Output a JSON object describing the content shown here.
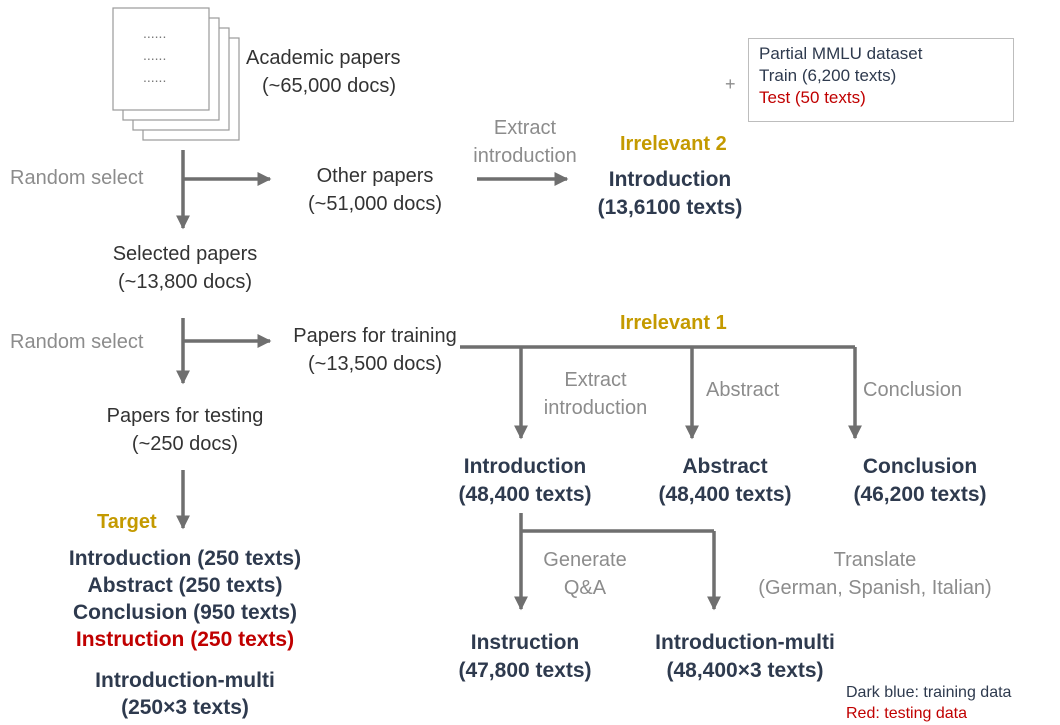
{
  "docs_icon": {
    "dots": [
      "......",
      "......",
      "......"
    ]
  },
  "academic": {
    "line1": "Academic papers",
    "line2": "(~65,000 docs)"
  },
  "mmlu": {
    "title": "Partial MMLU dataset",
    "train": "Train (6,200 texts)",
    "test": "Test (50 texts)",
    "plus": "+"
  },
  "random_select_1": "Random select",
  "random_select_2": "Random select",
  "other_papers": {
    "line1": "Other papers",
    "line2": "(~51,000 docs)"
  },
  "extract_top": {
    "line1": "Extract",
    "line2": "introduction"
  },
  "irrelevant2": {
    "tag": "Irrelevant 2",
    "line1": "Introduction",
    "line2": "(13,6100 texts)"
  },
  "selected": {
    "line1": "Selected papers",
    "line2": "(~13,800 docs)"
  },
  "training": {
    "line1": "Papers for training",
    "line2": "(~13,500 docs)"
  },
  "irrelevant1": {
    "tag": "Irrelevant 1"
  },
  "testing": {
    "line1": "Papers for testing",
    "line2": "(~250 docs)"
  },
  "branch_labels": {
    "extract_line1": "Extract",
    "extract_line2": "introduction",
    "abstract": "Abstract",
    "conclusion": "Conclusion"
  },
  "train_outputs": {
    "intro": {
      "line1": "Introduction",
      "line2": "(48,400 texts)"
    },
    "abstract": {
      "line1": "Abstract",
      "line2": "(48,400 texts)"
    },
    "conclusion": {
      "line1": "Conclusion",
      "line2": "(46,200 texts)"
    }
  },
  "target": {
    "tag": "Target",
    "items": [
      "Introduction (250 texts)",
      "Abstract (250 texts)",
      "Conclusion (950 texts)",
      "Instruction (250 texts)"
    ],
    "multi_line1": "Introduction-multi",
    "multi_line2": "(250×3 texts)"
  },
  "generate": {
    "line1": "Generate",
    "line2": "Q&A"
  },
  "translate": {
    "line1": "Translate",
    "line2": "(German, Spanish, Italian)"
  },
  "instruction": {
    "line1": "Instruction",
    "line2": "(47,800 texts)"
  },
  "intro_multi": {
    "line1": "Introduction-multi",
    "line2": "(48,400×3 texts)"
  },
  "legend": {
    "train": "Dark blue: training data",
    "test": "Red: testing data"
  },
  "colors": {
    "dark_blue": "#2e3a4e",
    "red": "#c00000",
    "gold": "#c49a00",
    "gray": "#8c8c8c",
    "arrow": "#6f6f6f"
  }
}
